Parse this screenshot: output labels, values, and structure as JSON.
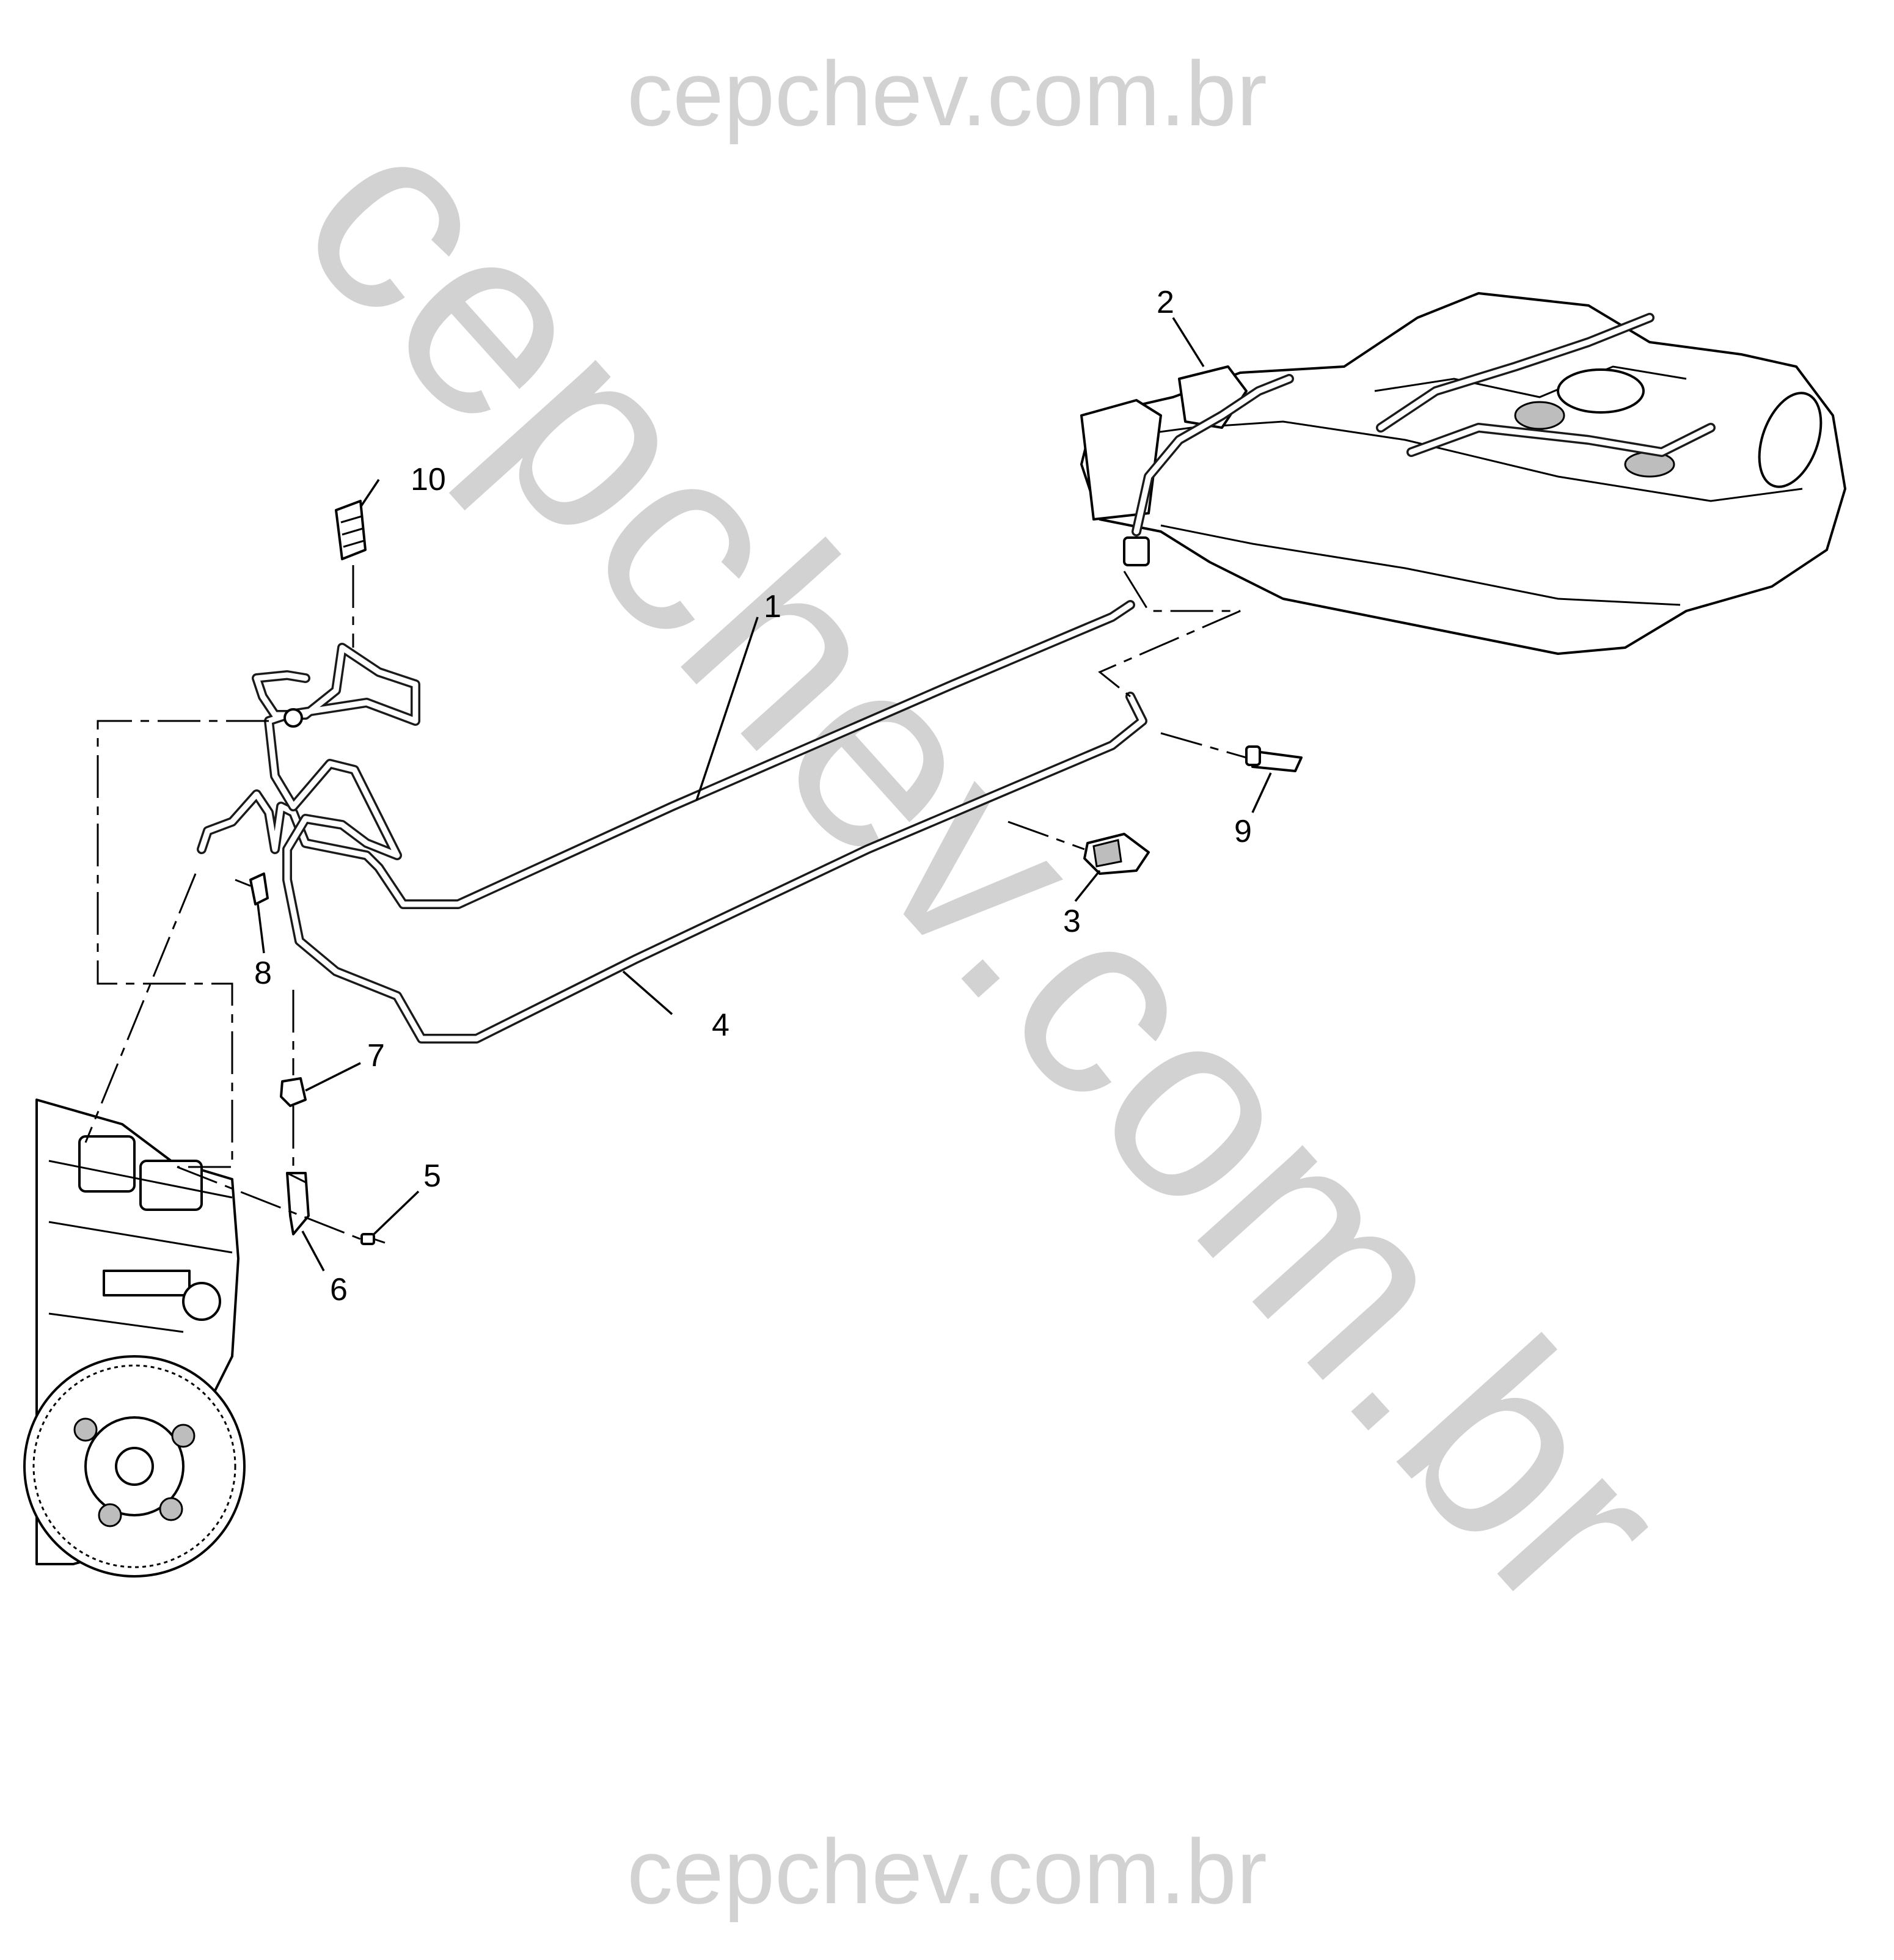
{
  "watermark": {
    "top": "cepchev.com.br",
    "diagonal": "cepchev.com.br",
    "bottom": "cepchev.com.br"
  },
  "callouts": [
    "1",
    "2",
    "3",
    "4",
    "5",
    "6",
    "7",
    "8",
    "9",
    "10"
  ]
}
